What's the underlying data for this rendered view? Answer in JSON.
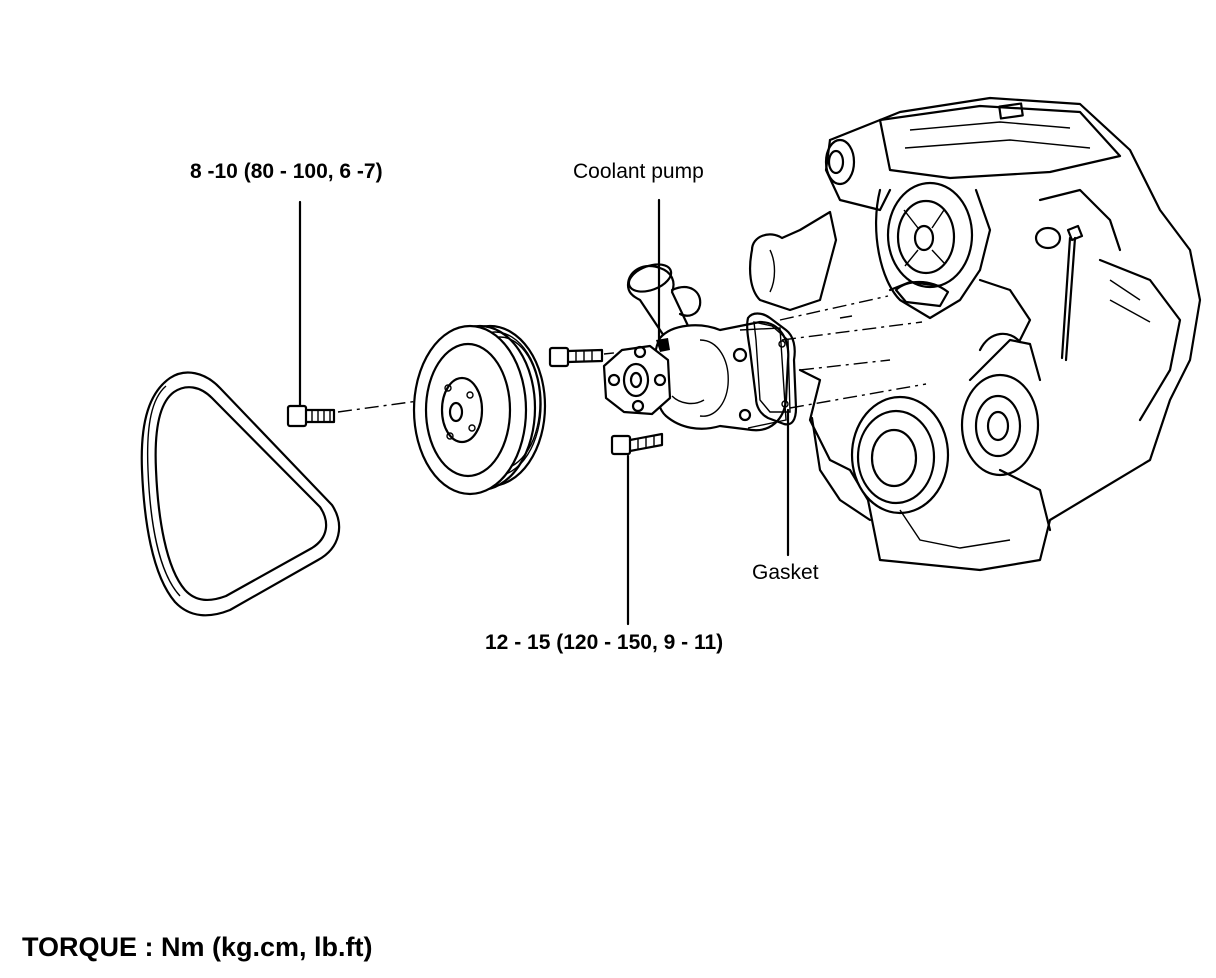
{
  "labels": {
    "pulley_bolt_torque": "8 -10 (80 - 100, 6 -7)",
    "coolant_pump": "Coolant pump",
    "gasket": "Gasket",
    "pump_bolt_torque": "12 - 15 (120 - 150, 9 - 11)",
    "torque_units": "TORQUE : Nm (kg.cm, lb.ft)"
  }
}
